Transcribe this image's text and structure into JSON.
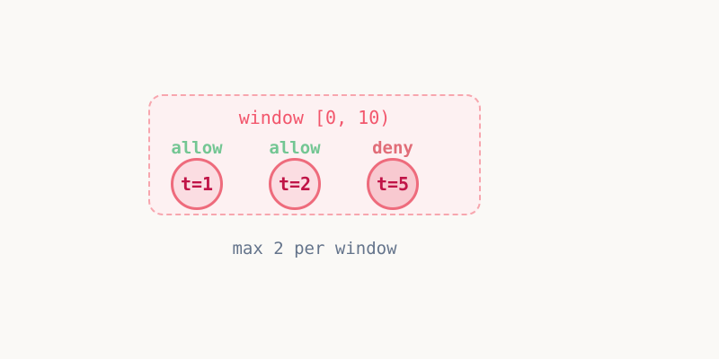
{
  "diagram": {
    "window_label": "window [0, 10)",
    "events": [
      {
        "decision": "allow",
        "time_label": "t=1"
      },
      {
        "decision": "allow",
        "time_label": "t=2"
      },
      {
        "decision": "deny",
        "time_label": "t=5"
      }
    ],
    "caption": "max 2 per window"
  },
  "colors": {
    "page_background": "#faf9f6",
    "window_box_fill": "#fdf1f2",
    "window_box_border": "#f7a6ae",
    "window_title_text": "#f2566c",
    "allow_text": "#73c693",
    "deny_text": "#e16d78",
    "circle_border": "#ee6b7c",
    "circle_fill_allow": "#fbdde2",
    "circle_fill_deny": "#f8c9d0",
    "circle_text": "#c01447",
    "caption_text": "#64748b"
  }
}
